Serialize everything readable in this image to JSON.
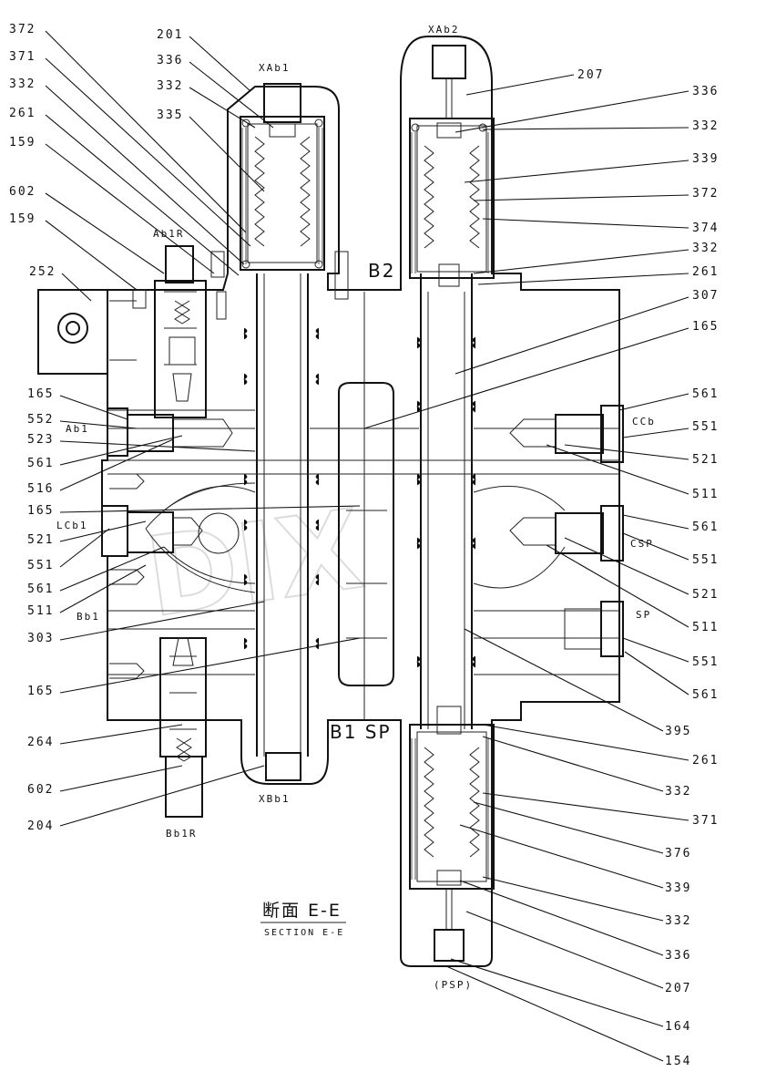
{
  "section": {
    "title_jp": "断面 E-E",
    "title_en": "SECTION E-E"
  },
  "body_labels": {
    "b2": "B2",
    "b1sp": "B1 SP"
  },
  "ports": {
    "xab1": "XAb1",
    "xab2": "XAb2",
    "ab1r": "Ab1R",
    "ab1": "Ab1",
    "lcb1": "LCb1",
    "bb1": "Bb1",
    "xbb1": "XBb1",
    "bb1r": "Bb1R",
    "ccb": "CCb",
    "csp": "CSP",
    "sp": "SP",
    "psp": "(PSP)"
  },
  "left_callouts": [
    "372",
    "371",
    "332",
    "261",
    "159",
    "602",
    "159",
    "252",
    "165",
    "552",
    "523",
    "561",
    "516",
    "165",
    "521",
    "551",
    "561",
    "511",
    "303",
    "165",
    "264",
    "602",
    "204"
  ],
  "top_callouts": [
    "201",
    "336",
    "332",
    "335",
    "207"
  ],
  "right_callouts": [
    "336",
    "332",
    "339",
    "372",
    "374",
    "332",
    "261",
    "307",
    "165",
    "561",
    "551",
    "521",
    "511",
    "561",
    "551",
    "521",
    "511",
    "551",
    "561",
    "395",
    "261",
    "332",
    "371",
    "376",
    "339",
    "332",
    "336",
    "207",
    "164",
    "154"
  ],
  "watermark": "DIX"
}
